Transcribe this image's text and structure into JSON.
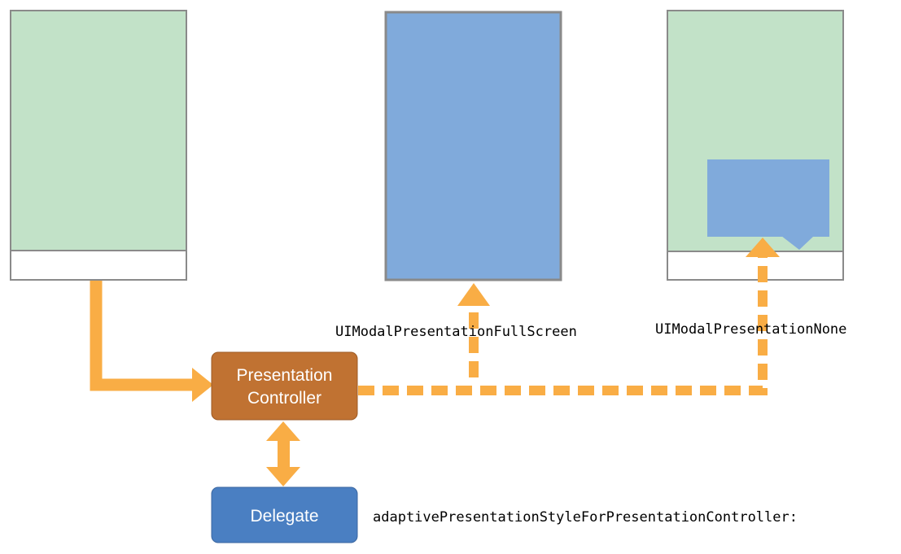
{
  "presentation_controller": {
    "line1": "Presentation",
    "line2": "Controller"
  },
  "delegate": {
    "label": "Delegate"
  },
  "styles": {
    "full_screen": "UIModalPresentationFullScreen",
    "none": "UIModalPresentationNone"
  },
  "delegate_method": "adaptivePresentationStyleForPresentationController:",
  "colors": {
    "screen_green": "#c2e2c8",
    "screen_blue": "#80aadb",
    "frame_gray": "#8a8a8a",
    "arrow_orange": "#f9ad45",
    "controller_brown": "#c07232",
    "delegate_blue": "#4a7fc2"
  }
}
